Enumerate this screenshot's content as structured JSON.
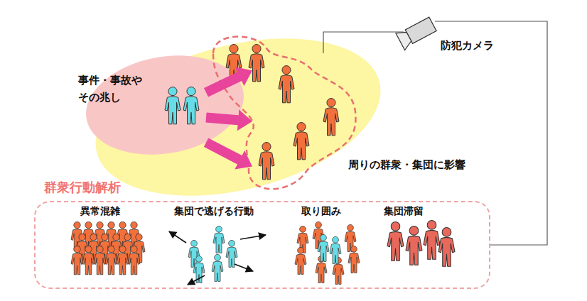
{
  "diagram": {
    "nodes": [
      {
        "text": [
          "事件・事故や その兆し"
        ]
      },
      {
        "text": [
          "周りの群衆・集団に影響"
        ]
      },
      {
        "text": [
          "防犯カメラ"
        ]
      },
      {
        "text": [
          "群衆行動解析"
        ]
      }
    ],
    "edges": [
      {
        "from": 0,
        "to": 1,
        "arrow": "to"
      },
      {
        "from": 0,
        "to": 1,
        "arrow": "to"
      },
      {
        "from": 0,
        "to": 1,
        "arrow": "to"
      },
      {
        "from": 2,
        "to": 3,
        "arrow": "none"
      }
    ],
    "labels": [
      "異常混雑",
      "集団で逃げる行動",
      "取り囲み",
      "集団滞留"
    ]
  }
}
